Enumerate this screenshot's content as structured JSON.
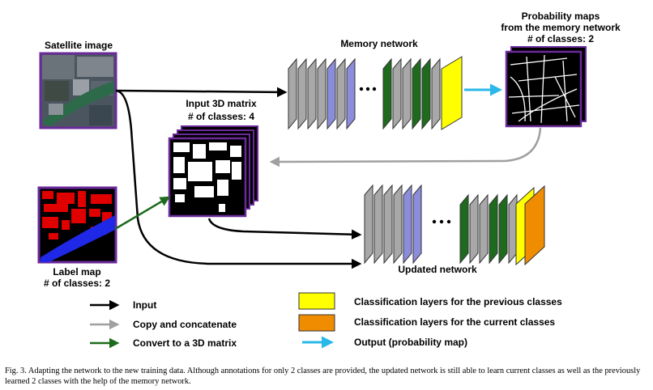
{
  "images": {
    "satellite": {
      "title": "Satellite image"
    },
    "label_map": {
      "title_line1": "Label map",
      "title_line2": "# of classes: 2"
    },
    "input_matrix": {
      "title_line1": "Input 3D matrix",
      "title_line2": "# of classes: 4"
    },
    "probability_maps": {
      "title_line1": "Probability maps",
      "title_line2": "from the memory network",
      "title_line3": "# of classes: 2"
    }
  },
  "networks": {
    "memory": {
      "title": "Memory network"
    },
    "updated": {
      "title": "Updated network"
    }
  },
  "legend": {
    "arrows": [
      {
        "label": "Input",
        "color": "#000000"
      },
      {
        "label": "Copy and concatenate",
        "color": "#a0a0a0"
      },
      {
        "label": "Convert to a 3D matrix",
        "color": "#1e6b1e"
      }
    ],
    "boxes": [
      {
        "label": "Classification layers for the previous classes",
        "color": "#ffff00"
      },
      {
        "label": "Classification layers for the current classes",
        "color": "#f08c00"
      }
    ],
    "output": {
      "label": "Output (probability map)",
      "color": "#2ab8e8"
    }
  },
  "caption": "Fig. 3.  Adapting the network to the new training data. Although annotations for only 2 classes are provided, the updated network is still able to learn current classes as well as the previously learned 2 classes with the help of the memory network.",
  "colors": {
    "frame": "#6a2a9a",
    "layer_gray": "#a8a8a8",
    "layer_blue": "#8c8cdc",
    "layer_green": "#1e6b1e",
    "layer_yellow": "#ffff00",
    "layer_orange": "#f08c00"
  }
}
